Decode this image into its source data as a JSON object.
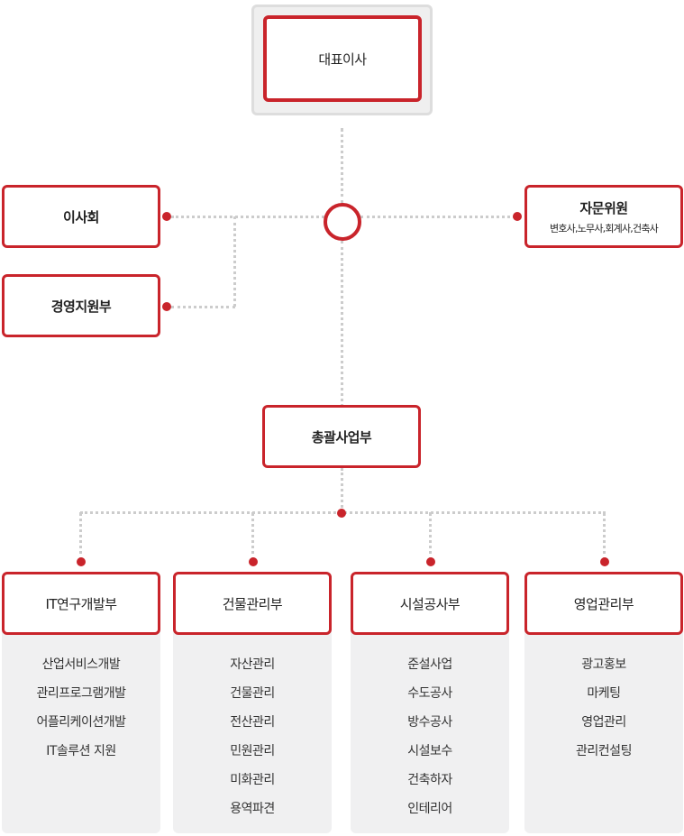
{
  "ceo": {
    "label": "대표이사"
  },
  "board": {
    "label": "이사회"
  },
  "management_support": {
    "label": "경영지원부"
  },
  "advisory": {
    "label": "자문위원",
    "sub": "변호사,노무사,회계사,건축사"
  },
  "general_business": {
    "label": "총괄사업부"
  },
  "departments": [
    {
      "label": "IT연구개발부",
      "items": [
        "산업서비스개발",
        "관리프로그램개발",
        "어플리케이션개발",
        "IT솔루션 지원"
      ]
    },
    {
      "label": "건물관리부",
      "items": [
        "자산관리",
        "건물관리",
        "전산관리",
        "민원관리",
        "미화관리",
        "용역파견"
      ]
    },
    {
      "label": "시설공사부",
      "items": [
        "준설사업",
        "수도공사",
        "방수공사",
        "시설보수",
        "건축하자",
        "인테리어"
      ]
    },
    {
      "label": "영업관리부",
      "items": [
        "광고홍보",
        "마케팅",
        "영업관리",
        "관리컨설팅"
      ]
    }
  ],
  "colors": {
    "accent": "#c9242b",
    "connector": "#cccccc",
    "panel": "#f0f0f1"
  }
}
